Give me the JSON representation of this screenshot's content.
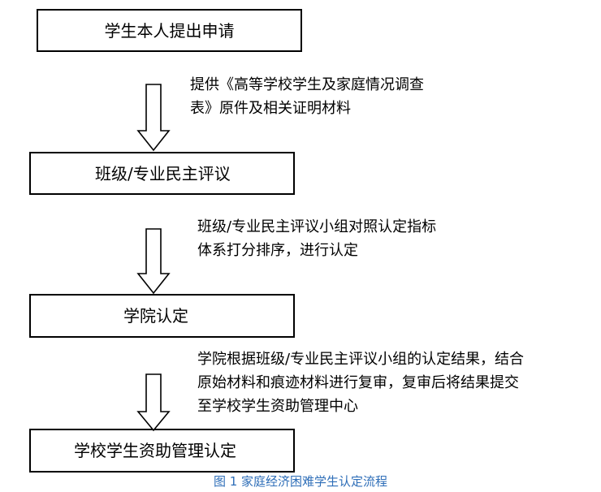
{
  "steps": [
    {
      "label": "学生本人提出申请"
    },
    {
      "label": "班级/专业民主评议"
    },
    {
      "label": "学院认定"
    },
    {
      "label": "学校学生资助管理认定"
    }
  ],
  "notes": [
    {
      "lines": [
        "提供《高等学校学生及家庭情况调查",
        "表》原件及相关证明材料"
      ]
    },
    {
      "lines": [
        "班级/专业民主评议小组对照认定指标",
        "体系打分排序，进行认定"
      ]
    },
    {
      "lines": [
        "学院根据班级/专业民主评议小组的认定结果，结合",
        "原始材料和痕迹材料进行复审，复审后将结果提交",
        "至学校学生资助管理中心"
      ]
    }
  ],
  "caption": "图 1  家庭经济困难学生认定流程",
  "colors": {
    "caption": "#2e6eb8",
    "border": "#000000",
    "text": "#000000"
  }
}
